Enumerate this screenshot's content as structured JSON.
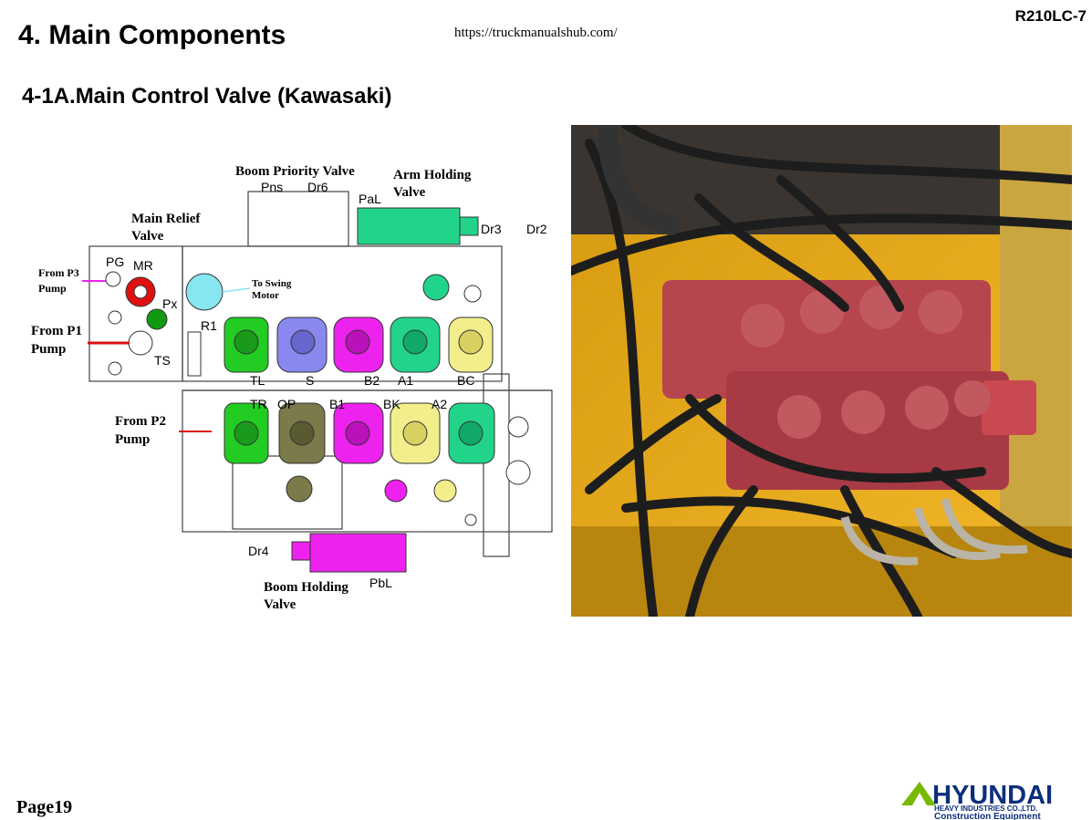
{
  "header": {
    "model": "R210LC-7",
    "title": "4. Main Components",
    "url": "https://truckmanualshub.com/"
  },
  "section_title": "4-1A.Main Control Valve (Kawasaki)",
  "diagram": {
    "labels": {
      "boom_priority_1": "Boom Priority Valve",
      "arm_holding_1": "Arm Holding",
      "arm_holding_2": "Valve",
      "main_relief_1": "Main Relief",
      "main_relief_2": "Valve",
      "from_p3_1": "From P3",
      "from_p3_2": "Pump",
      "from_p1_1": "From P1",
      "from_p1_2": "Pump",
      "from_p2_1": "From P2",
      "from_p2_2": "Pump",
      "to_swing_1": "To Swing",
      "to_swing_2": "Motor",
      "boom_holding_1": "Boom Holding",
      "boom_holding_2": "Valve"
    },
    "ports": {
      "pns": "Pns",
      "dr6": "Dr6",
      "pal": "PaL",
      "dr3": "Dr3",
      "dr2": "Dr2",
      "pg": "PG",
      "mr": "MR",
      "px": "Px",
      "r1": "R1",
      "ts": "TS",
      "tl": "TL",
      "s": "S",
      "b2": "B2",
      "a1": "A1",
      "bc": "BC",
      "tr": "TR",
      "op": "OP",
      "b1": "B1",
      "bk": "BK",
      "a2": "A2",
      "dr4": "Dr4",
      "pbl": "PbL"
    },
    "colors": {
      "green": "#22cc22",
      "purple": "#8888ee",
      "magenta": "#ee22ee",
      "teal": "#22d48a",
      "yellow": "#f2ee8c",
      "olive": "#7a7a4a",
      "red": "#e01010",
      "cyan": "#88e6f0",
      "darkgreen": "#119911",
      "pipe_red": "#dd1111",
      "pipe_magenta": "#ee22ee"
    }
  },
  "footer": {
    "page": "Page19",
    "logo_name": "HYUNDAI",
    "logo_sub1": "HEAVY INDUSTRIES CO.,LTD.",
    "logo_sub2": "Construction Equipment"
  }
}
